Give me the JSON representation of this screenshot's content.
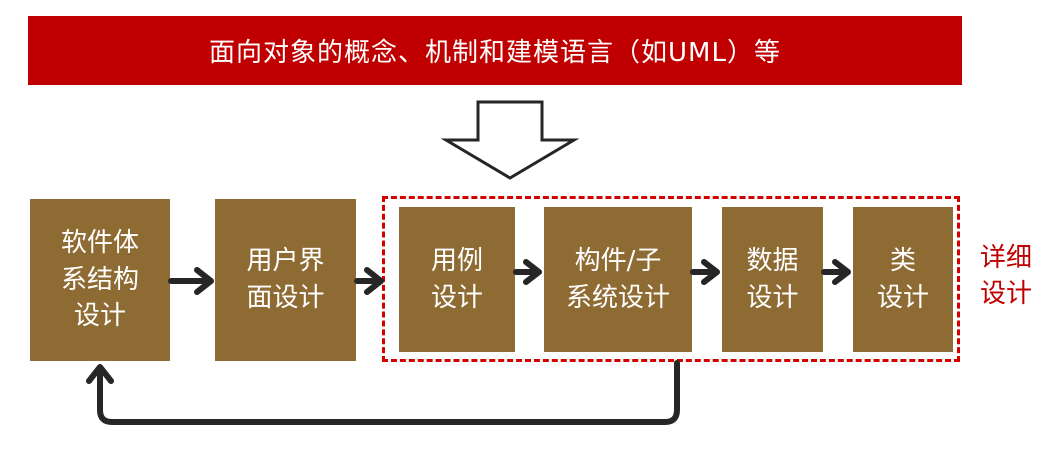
{
  "banner": {
    "text": "面向对象的概念、机制和建模语言（如UML）等"
  },
  "steps": [
    {
      "label": "软件体\n系结构\n设计"
    },
    {
      "label": "用户界\n面设计"
    },
    {
      "label": "用例\n设计"
    },
    {
      "label": "构件/子\n系统设计"
    },
    {
      "label": "数据\n设计"
    },
    {
      "label": "类\n设计"
    }
  ],
  "detail_group": {
    "label": "详细\n设计"
  },
  "colors": {
    "banner": "#c00000",
    "box": "#8f6b34",
    "arrow": "#262626",
    "dashed_border": "#d40000",
    "detail_label": "#c00000"
  },
  "icons": {
    "flow_arrow": "thick-arrow-right-icon",
    "down_arrow": "hollow-down-arrow-icon",
    "feedback": "feedback-loop-arrow-icon"
  }
}
